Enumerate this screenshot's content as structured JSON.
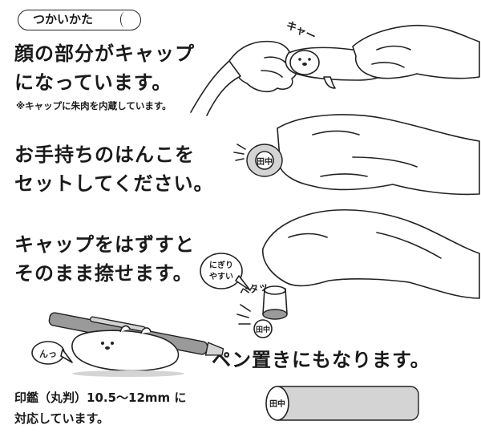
{
  "header": {
    "label": "つかいかた"
  },
  "step1": {
    "line1": "顔の部分がキャップ",
    "line2": "になっています。",
    "note": "※キャップに朱肉を内蔵しています。",
    "sound": "キャー"
  },
  "step2": {
    "line1": "お手持ちのはんこを",
    "line2": "セットしてください。",
    "stamp_char": "田中"
  },
  "step3": {
    "line1": "キャップをはずすと",
    "line2": "そのまま捺せます。",
    "bubble1": "にぎり",
    "bubble2": "やすい",
    "sound": "ペタッ",
    "stamp_char": "田中"
  },
  "step4": {
    "text": "ペン置きにもなります。",
    "bubble": "んっ"
  },
  "spec": {
    "line1": "印鑑（丸判）10.5〜12mm に",
    "line2": "対応しています。",
    "stamp_char": "田中"
  },
  "colors": {
    "ink": "#1a1a1a",
    "body_gray": "#9a9a9a",
    "light_gray": "#d4d4d4",
    "background": "#ffffff"
  },
  "icons": [
    "sparkle-lines-icon",
    "speech-bubble-icon",
    "hanko-stamp-icon"
  ]
}
